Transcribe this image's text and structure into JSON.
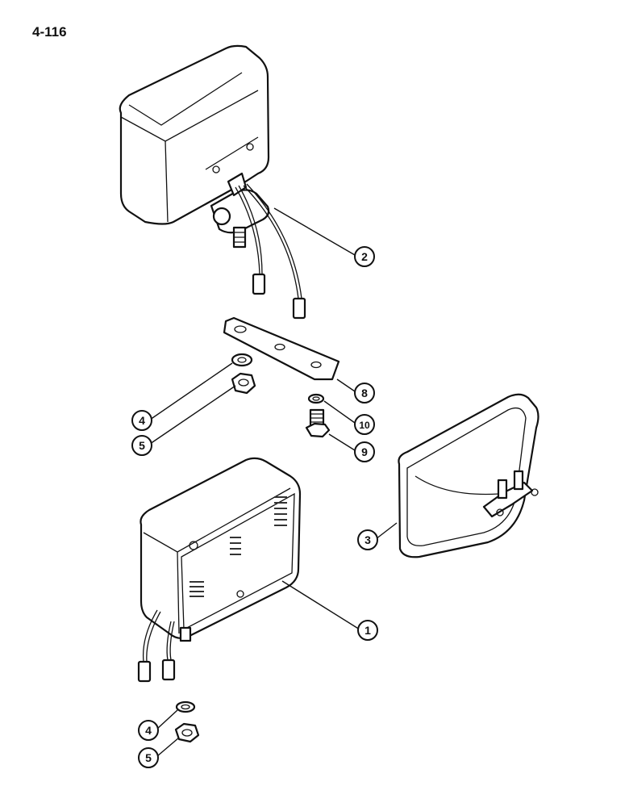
{
  "page": {
    "number": "4-116"
  },
  "callouts": [
    {
      "id": "c2",
      "label": "2"
    },
    {
      "id": "c8",
      "label": "8"
    },
    {
      "id": "c4a",
      "label": "4"
    },
    {
      "id": "c10",
      "label": "10"
    },
    {
      "id": "c5a",
      "label": "5"
    },
    {
      "id": "c9",
      "label": "9"
    },
    {
      "id": "c3",
      "label": "3"
    },
    {
      "id": "c1",
      "label": "1"
    },
    {
      "id": "c4b",
      "label": "4"
    },
    {
      "id": "c5b",
      "label": "5"
    }
  ],
  "colors": {
    "ink": "#111111",
    "paper": "#ffffff"
  }
}
